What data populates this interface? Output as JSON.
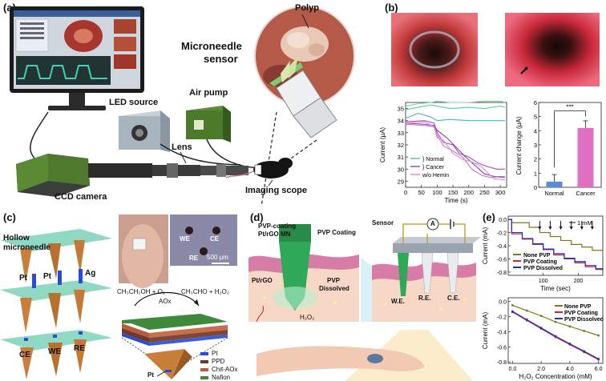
{
  "panels": {
    "a": {
      "label": "(a)",
      "polyp": "Polyp",
      "microneedle_sensor_line1": "Microneedle",
      "microneedle_sensor_line2": "sensor",
      "led_source": "LED source",
      "air_pump": "Air pump",
      "lens": "Lens",
      "ccd_camera": "CCD camera",
      "imaging_scope": "Imaging scope"
    },
    "b": {
      "label": "(b)"
    },
    "c": {
      "label": "(c)",
      "hollow_line1": "Hollow",
      "hollow_line2": "microneedle",
      "pt1": "Pt",
      "pt2": "Pt",
      "ag": "Ag",
      "we": "WE",
      "ce": "CE",
      "re": "RE",
      "scale": "500 μm",
      "ce2": "CE",
      "we2": "WE",
      "re2": "RE",
      "reaction_left": "CH₃CH₂OH + O₂",
      "reaction_right": "CH₃CHO + H₂O₂",
      "aox": "AOx",
      "legend": [
        "Pt",
        "PPD",
        "Chit-AOx",
        "Nafion"
      ],
      "legend_colors": [
        "#2b4bd6",
        "#6b3a2a",
        "#b85c3c",
        "#3f8a3a"
      ],
      "pt_bottom": "Pt"
    },
    "d": {
      "label": "(d)",
      "title_line1": "PVP-coating",
      "title_line2": "Pt/rGO MN",
      "pvp_coating": "PVP Coating",
      "pt_rgo": "Pt/rGO",
      "pvp_dissolved_line1": "PVP",
      "pvp_dissolved_line2": "Dissolved",
      "h2o2": "H₂O₂",
      "sensor": "Sensor",
      "ammeter": "A",
      "we": "W.E.",
      "re": "R.E.",
      "ce": "C.E."
    },
    "e": {
      "label": "(e)",
      "annotation": "1 mM"
    }
  },
  "chart_data": [
    {
      "type": "line",
      "id": "b-current",
      "xlabel": "Time (s)",
      "ylabel": "Current (μA)",
      "xlim": [
        0,
        320
      ],
      "ylim": [
        28.5,
        35.5
      ],
      "xticks": [
        0,
        50,
        100,
        150,
        200,
        250,
        300
      ],
      "yticks": [
        29,
        30,
        31,
        32,
        33,
        34,
        35
      ],
      "legend_position": "bottom-left",
      "legend": [
        "} Normal",
        "} Cancer",
        "w/o Hemin"
      ],
      "series": [
        {
          "group": "Normal",
          "color": "#7fd1a0",
          "x": [
            0,
            40,
            80,
            100,
            140,
            200,
            250,
            300,
            315
          ],
          "y": [
            35.2,
            35.4,
            35.5,
            35.6,
            35.5,
            35.5,
            35.6,
            35.6,
            35.5
          ]
        },
        {
          "group": "Normal",
          "color": "#5cc7a8",
          "x": [
            0,
            40,
            80,
            100,
            140,
            200,
            250,
            300,
            315
          ],
          "y": [
            34.9,
            35.1,
            35.3,
            35.2,
            35.0,
            35.1,
            35.0,
            35.2,
            35.1
          ]
        },
        {
          "group": "Normal",
          "color": "#3fb6d0",
          "x": [
            0,
            40,
            80,
            100,
            140,
            200,
            250,
            300,
            315
          ],
          "y": [
            34.2,
            34.6,
            34.3,
            34.0,
            34.1,
            34.0,
            34.0,
            34.0,
            34.0
          ]
        },
        {
          "group": "Cancer",
          "color": "#a64fb8",
          "x": [
            0,
            60,
            90,
            100,
            120,
            150,
            170,
            200,
            230,
            260,
            290,
            315
          ],
          "y": [
            33.9,
            34.0,
            33.8,
            33.0,
            32.2,
            32.0,
            31.3,
            31.0,
            30.5,
            30.2,
            30.0,
            30.0
          ]
        },
        {
          "group": "Cancer",
          "color": "#c571cf",
          "x": [
            0,
            60,
            90,
            100,
            120,
            150,
            180,
            210,
            240,
            270,
            300,
            315
          ],
          "y": [
            33.7,
            33.6,
            33.5,
            32.8,
            31.9,
            31.5,
            31.0,
            30.0,
            29.5,
            29.3,
            29.4,
            29.4
          ]
        },
        {
          "group": "Cancer",
          "color": "#8a3fa1",
          "x": [
            0,
            60,
            90,
            100,
            130,
            160,
            190,
            220,
            250,
            280,
            315
          ],
          "y": [
            33.8,
            33.7,
            33.6,
            33.2,
            32.6,
            31.8,
            31.0,
            30.3,
            29.6,
            29.4,
            29.3
          ]
        },
        {
          "group": "w/o Hemin",
          "color": "#e08ad8",
          "x": [
            0,
            60,
            90,
            100,
            120,
            150,
            180,
            210,
            240,
            280,
            315
          ],
          "y": [
            33.8,
            33.9,
            33.5,
            32.6,
            32.4,
            31.3,
            30.8,
            30.6,
            30.2,
            29.2,
            29.1
          ]
        }
      ]
    },
    {
      "type": "bar",
      "id": "b-change",
      "categories": [
        "Normal",
        "Cancer"
      ],
      "values": [
        0.4,
        4.2
      ],
      "errors": [
        0.5,
        0.5
      ],
      "colors": [
        "#5b8ad6",
        "#e06fc4"
      ],
      "ylabel": "Current change (μA)",
      "ylim": [
        0,
        6
      ],
      "yticks": [
        0,
        1,
        2,
        3,
        4,
        5,
        6
      ],
      "significance": "***"
    },
    {
      "type": "line",
      "id": "e-time",
      "xlabel": "Time (sec)",
      "ylabel": "Current (mA)",
      "xlim": [
        0,
        270
      ],
      "ylim": [
        -0.85,
        0.05
      ],
      "xticks": [
        100,
        200
      ],
      "yticks": [
        0.0,
        -0.2,
        -0.4,
        -0.6,
        -0.8
      ],
      "legend": [
        "None PVP",
        "PVP Coating",
        "PVP Dissolved"
      ],
      "legend_position": "bottom-left",
      "series": [
        {
          "name": "None PVP",
          "color": "#7a7a1a",
          "steps": [
            [
              0,
              0.0
            ],
            [
              10,
              -0.05
            ],
            [
              60,
              -0.12
            ],
            [
              90,
              -0.2
            ],
            [
              120,
              -0.26
            ],
            [
              150,
              -0.32
            ],
            [
              180,
              -0.38
            ],
            [
              210,
              -0.42
            ],
            [
              240,
              -0.47
            ],
            [
              270,
              -0.5
            ]
          ]
        },
        {
          "name": "PVP Coating",
          "color": "#e02020",
          "steps": [
            [
              0,
              0.0
            ],
            [
              10,
              -0.22
            ],
            [
              40,
              -0.3
            ],
            [
              70,
              -0.38
            ],
            [
              100,
              -0.46
            ],
            [
              130,
              -0.54
            ],
            [
              160,
              -0.6
            ],
            [
              190,
              -0.66
            ],
            [
              220,
              -0.72
            ],
            [
              250,
              -0.76
            ],
            [
              270,
              -0.78
            ]
          ]
        },
        {
          "name": "PVP Dissolved",
          "color": "#1a2fd0",
          "steps": [
            [
              0,
              0.0
            ],
            [
              10,
              -0.2
            ],
            [
              40,
              -0.29
            ],
            [
              70,
              -0.37
            ],
            [
              100,
              -0.45
            ],
            [
              130,
              -0.52
            ],
            [
              160,
              -0.59
            ],
            [
              190,
              -0.64
            ],
            [
              220,
              -0.7
            ],
            [
              250,
              -0.75
            ],
            [
              270,
              -0.77
            ]
          ]
        }
      ]
    },
    {
      "type": "line",
      "id": "e-conc",
      "xlabel": "H₂O₂ Concentration (mM)",
      "ylabel": "Current (mA)",
      "xlim": [
        -0.3,
        6.3
      ],
      "ylim": [
        -0.82,
        0.05
      ],
      "xticks": [
        0.0,
        2.0,
        4.0,
        6.0
      ],
      "yticks": [
        0.0,
        -0.2,
        -0.4,
        -0.6,
        -0.8
      ],
      "legend": [
        "None PVP",
        "PVP Coating",
        "PVP Dissolved"
      ],
      "legend_position": "top-right",
      "series": [
        {
          "name": "None PVP",
          "color": "#7a7a1a",
          "x": [
            0,
            1,
            2,
            3,
            4,
            5,
            6
          ],
          "y": [
            -0.05,
            -0.12,
            -0.19,
            -0.27,
            -0.33,
            -0.39,
            -0.45
          ]
        },
        {
          "name": "PVP Coating",
          "color": "#e02020",
          "x": [
            0,
            1,
            2,
            3,
            4,
            5,
            6
          ],
          "y": [
            -0.14,
            -0.25,
            -0.36,
            -0.47,
            -0.57,
            -0.67,
            -0.77
          ]
        },
        {
          "name": "PVP Dissolved",
          "color": "#1a2fd0",
          "x": [
            0,
            1,
            2,
            3,
            4,
            5,
            6
          ],
          "y": [
            -0.13,
            -0.24,
            -0.35,
            -0.46,
            -0.56,
            -0.66,
            -0.76
          ]
        }
      ]
    }
  ]
}
